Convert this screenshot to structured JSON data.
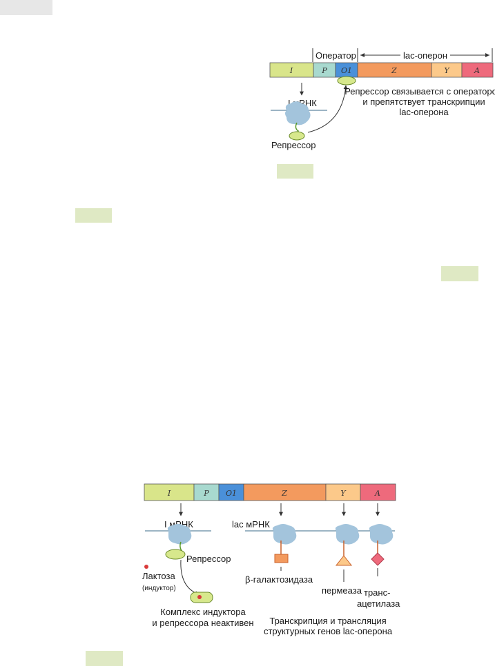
{
  "top_diagram": {
    "genes": [
      "I",
      "P",
      "O1",
      "Z",
      "Y",
      "A"
    ],
    "operator_label": "Оператор",
    "operon_label": "lac-оперон",
    "mrna_label": "I мРНК",
    "repressor_label": "Репрессор",
    "caption_lines": [
      "Репрессор связывается с оператором",
      "и препятствует транскрипции",
      "lac-оперона"
    ]
  },
  "bottom_diagram": {
    "genes": [
      "I",
      "P",
      "O1",
      "Z",
      "Y",
      "A"
    ],
    "i_mrna_label": "I мРНК",
    "lac_mrna_label": "lac мРНК",
    "repressor_label": "Репрессор",
    "lactose_label": "Лактоза",
    "inducer_label": "(индуктор)",
    "beta_gal_label": "β-галактозидаза",
    "permease_label": "пермеаза",
    "transacetylase_line1": "транс-",
    "transacetylase_line2": "ацетилаза",
    "complex_lines": [
      "Комплекс индуктора",
      "и репрессора неактивен"
    ],
    "transcription_lines": [
      "Транскрипция и трансляция",
      "структурных генов lac-оперона"
    ]
  },
  "colors": {
    "I": "#d9e58a",
    "P": "#a8d9cf",
    "O1": "#4a90d9",
    "Z": "#f39a5e",
    "Y": "#fcc98a",
    "A": "#ee6a7c",
    "ribosome": "#a3c4dc",
    "repressor": "#d7e88c",
    "inducer": "#d93a3a"
  }
}
